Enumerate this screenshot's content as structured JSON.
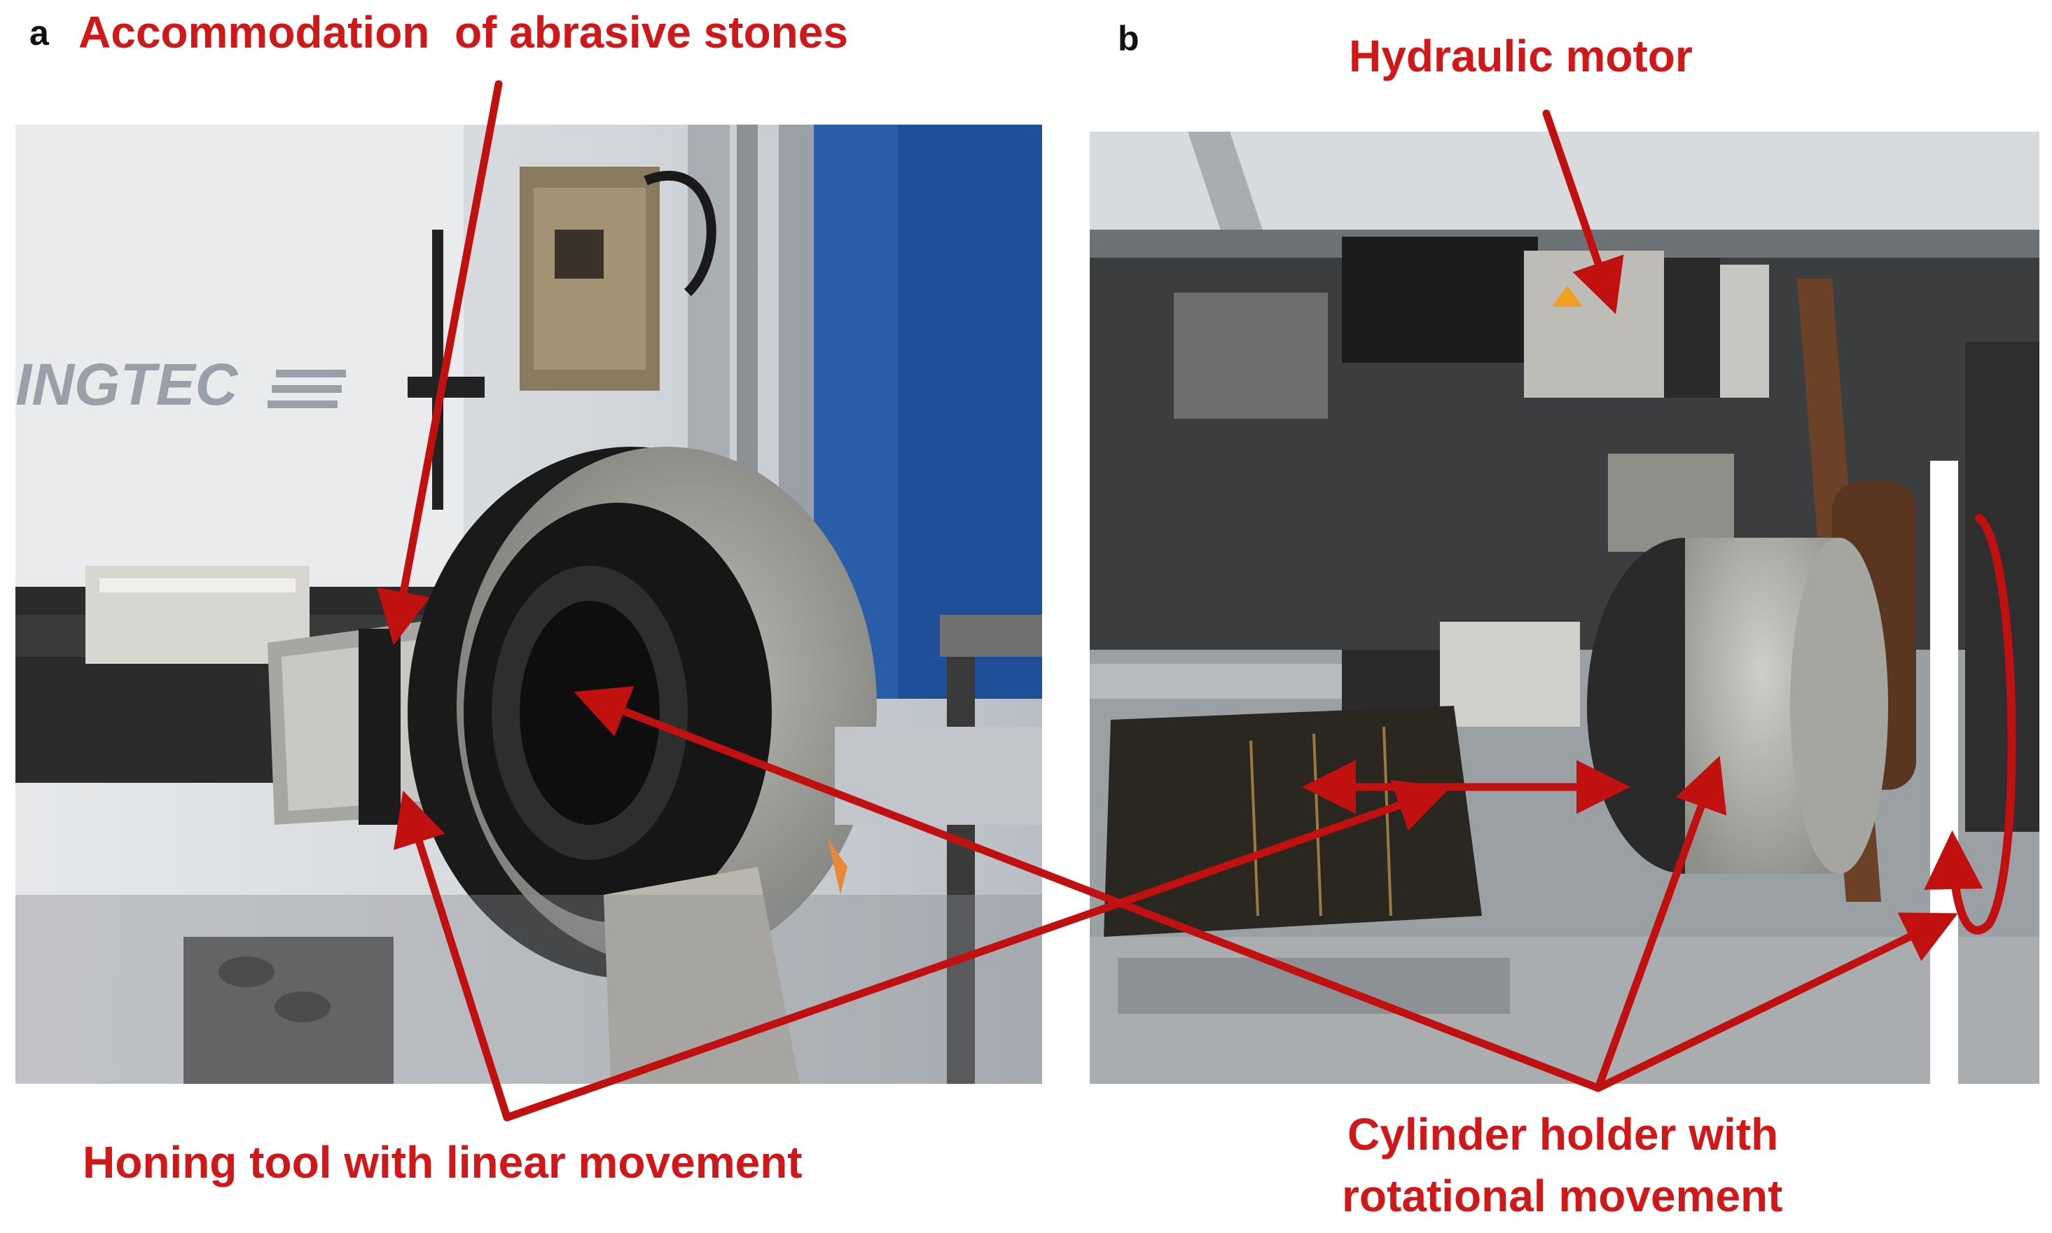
{
  "panels": {
    "a": {
      "letter": "a",
      "title": "Accommodation  of abrasive stones",
      "watermark": "INGTEC"
    },
    "b": {
      "letter": "b",
      "title": "Hydraulic motor"
    }
  },
  "labels": {
    "honing_tool": "Honing tool with linear movement",
    "cylinder_holder_line1": "Cylinder holder with",
    "cylinder_holder_line2": "rotational movement"
  },
  "colors": {
    "annotation": "#c01010",
    "label_text": "#d01818"
  }
}
